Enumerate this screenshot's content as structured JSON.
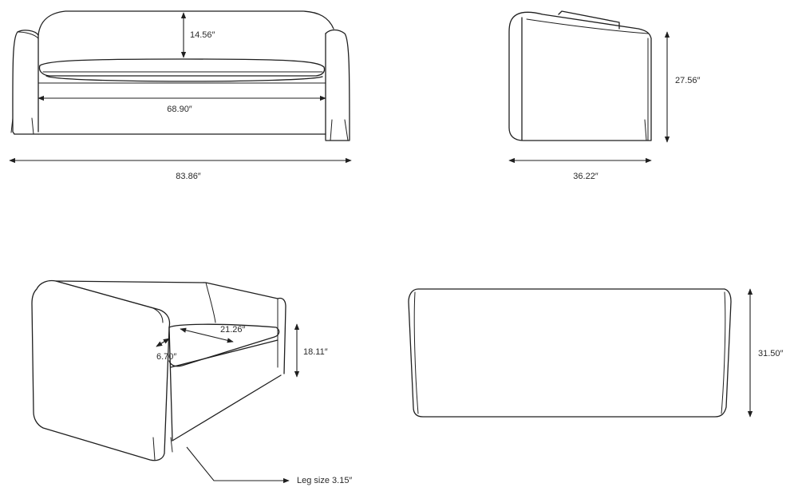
{
  "diagram": {
    "views": {
      "front": {
        "back_height": "14.56″",
        "seat_width": "68.90″",
        "overall_width": "83.86″"
      },
      "side": {
        "overall_height": "27.56″",
        "overall_depth": "36.22″"
      },
      "perspective": {
        "seat_depth": "21.26″",
        "arm_width": "6.70″",
        "seat_height": "18.11″",
        "leg_note": "Leg size 3.15″"
      },
      "top": {
        "depth": "31.50″"
      }
    },
    "line_color": "#1f1f1f"
  }
}
